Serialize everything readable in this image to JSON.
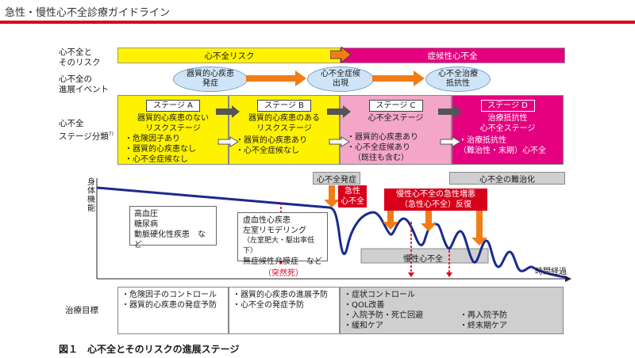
{
  "header": "急性・慢性心不全診療ガイドライン",
  "row_labels": {
    "risk": [
      "心不全と",
      "そのリスク"
    ],
    "events": [
      "心不全の",
      "進展イベント"
    ],
    "stages": [
      "心不全",
      "ステージ分類"
    ],
    "stages_sup": "7)",
    "goals": "治療目標"
  },
  "risk_band": {
    "left": "心不全リスク",
    "right": "症候性心不全"
  },
  "events": [
    "器質的心疾患",
    "発症",
    "心不全症候",
    "出現",
    "心不全治療",
    "抵抗性"
  ],
  "stages": [
    {
      "title": "ステージ A",
      "desc1": "器質的心疾患のない",
      "desc2": "リスクステージ",
      "items": [
        "・危険因子あり",
        "・器質的心疾患なし",
        "・心不全症候なし"
      ]
    },
    {
      "title": "ステージ B",
      "desc1": "器質的心疾患のある",
      "desc2": "リスクステージ",
      "items": [
        "・器質的心疾患あり",
        "・心不全症候なし"
      ]
    },
    {
      "title": "ステージ C",
      "desc1": "心不全ステージ",
      "desc2": "",
      "items": [
        "・器質的心疾患あり",
        "・心不全症候あり",
        "（既往も含む）"
      ]
    },
    {
      "title": "ステージ D",
      "desc1": "治療抵抗性",
      "desc2": "心不全ステージ",
      "items": [
        "・治療抵抗性",
        "（難治性・末期）心不全"
      ]
    }
  ],
  "graph": {
    "yaxis": [
      "身",
      "体",
      "機",
      "能"
    ],
    "xaxis": "時間経過",
    "onset": "心不全発症",
    "refractory": "心不全の難治化",
    "acute": [
      "急性",
      "心不全"
    ],
    "acute_chronic": [
      "慢性心不全の急性増悪",
      "（急性心不全）反復"
    ],
    "chronic": "慢性心不全",
    "risk_factors": [
      "高血圧",
      "糖尿病",
      "動脈硬化性疾患　など"
    ],
    "diseases": [
      "虚血性心疾患",
      "左室リモデリング",
      "（左室肥大・駆出率低下）",
      "無症候性弁膜症　など"
    ],
    "sudden_death": "（突然死）"
  },
  "goals": {
    "a": [
      "・危険因子のコントロール",
      "・器質的心疾患の発症予防"
    ],
    "b": [
      "・器質的心疾患の進展予防",
      "・心不全の発症予防"
    ],
    "cd_left": [
      "・症状コントロール",
      "・QOL改善",
      "・入院予防・死亡回避",
      "・緩和ケア"
    ],
    "cd_right": [
      "・再入院予防",
      "・終末期ケア"
    ]
  },
  "caption": "図１　心不全とそのリスクの進展ステージ",
  "colors": {
    "yellow": "#fff200",
    "magenta": "#e4007f",
    "pink": "#f4a6c8",
    "orange": "#f07d16",
    "red": "#d9001b",
    "navy": "#1b2a8c",
    "grey": "#cfcfcf"
  }
}
